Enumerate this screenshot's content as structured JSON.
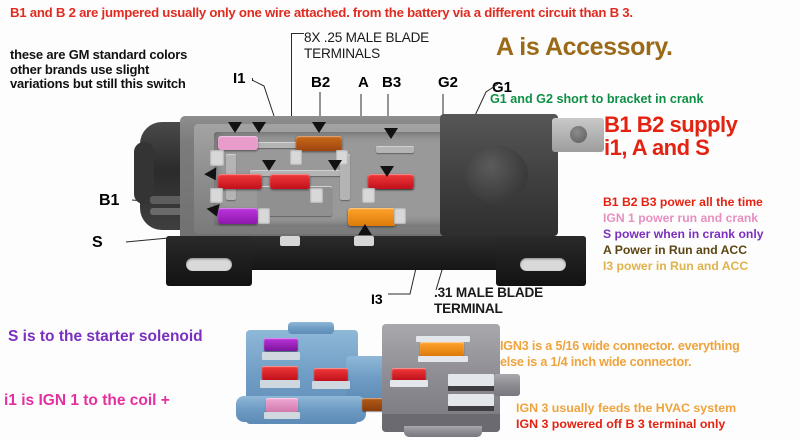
{
  "banner": "B1 and B 2 are jumpered usually only one wire attached.  from the battery via a different circuit than B 3.",
  "notes": {
    "gm_colors": "these are GM standard colors\nother brands use slight\nvariations but still this switch",
    "blade_terminals": "8X .25 MALE BLADE\nTERMINALS",
    "blade_31": ".31 MALE BLADE\nTERMINAL",
    "accessory": "A is Accessory.",
    "green_short": "G1 and G2 short to bracket in crank",
    "supply": "B1 B2 supply\ni1, A and S",
    "s_solenoid": "S is to the starter solenoid",
    "i1_coil": "i1 is IGN 1 to the coil +",
    "ign3_width": "IGN3 is a 5/16 wide connector. everything\nelse is a 1/4 inch wide connector.",
    "hvac_line1": "IGN 3 usually feeds the HVAC system",
    "hvac_line2": "IGN 3 powered off B 3 terminal only"
  },
  "pin_labels": {
    "i1": "I1",
    "b2": "B2",
    "a": "A",
    "b3": "B3",
    "g2": "G2",
    "g1": "G1",
    "b1": "B1",
    "s": "S",
    "i3": "I3"
  },
  "legend": [
    {
      "text": "B1 B2 B3 power all the time",
      "color": "#e42212"
    },
    {
      "text": "IGN 1 power run and crank",
      "color": "#e88fc0"
    },
    {
      "text": "S power when in crank only",
      "color": "#7b2fbe"
    },
    {
      "text": "A Power in Run and ACC",
      "color": "#5b4512"
    },
    {
      "text": "I3 power in Run and ACC",
      "color": "#e0b24a"
    }
  ],
  "colors": {
    "banner_red": "#e02b20",
    "accessory_brown": "#9a6a18",
    "green": "#0f8f45",
    "supply_red": "#e42212",
    "purple": "#7b2fbe",
    "magenta": "#e52fa0",
    "orange": "#efa33c",
    "terminal_pink": "#e89ccc",
    "terminal_red": "#e3182a",
    "terminal_purple": "#a723c8",
    "terminal_orange": "#f58e18",
    "terminal_brown": "#b45a16",
    "connector_blue": "#6f9cc4",
    "connector_grey": "#8c8c92",
    "housing_grey": "#8d8d8d",
    "body_black": "#2b2b2b"
  },
  "switch_terminals": [
    {
      "name": "i1-terminal",
      "color": "#e89ccc"
    },
    {
      "name": "a-terminal",
      "color": "#b45a16"
    },
    {
      "name": "b2-terminal",
      "color": "#e3182a"
    },
    {
      "name": "b3-terminal",
      "color": "#e3182a"
    },
    {
      "name": "g-terminal",
      "color": "#e3182a"
    },
    {
      "name": "s-terminal",
      "color": "#a723c8"
    },
    {
      "name": "i3-terminal",
      "color": "#f58e18"
    }
  ],
  "connector_terminals": [
    {
      "name": "blue-purple-terminal",
      "color": "#a723c8"
    },
    {
      "name": "blue-red-terminal-1",
      "color": "#e3182a"
    },
    {
      "name": "blue-red-terminal-2",
      "color": "#e3182a"
    },
    {
      "name": "blue-pink-terminal",
      "color": "#e89ccc"
    },
    {
      "name": "grey-orange-terminal",
      "color": "#f58e18"
    },
    {
      "name": "grey-red-terminal",
      "color": "#e3182a"
    },
    {
      "name": "grey-brown-terminal",
      "color": "#b45a16"
    }
  ]
}
